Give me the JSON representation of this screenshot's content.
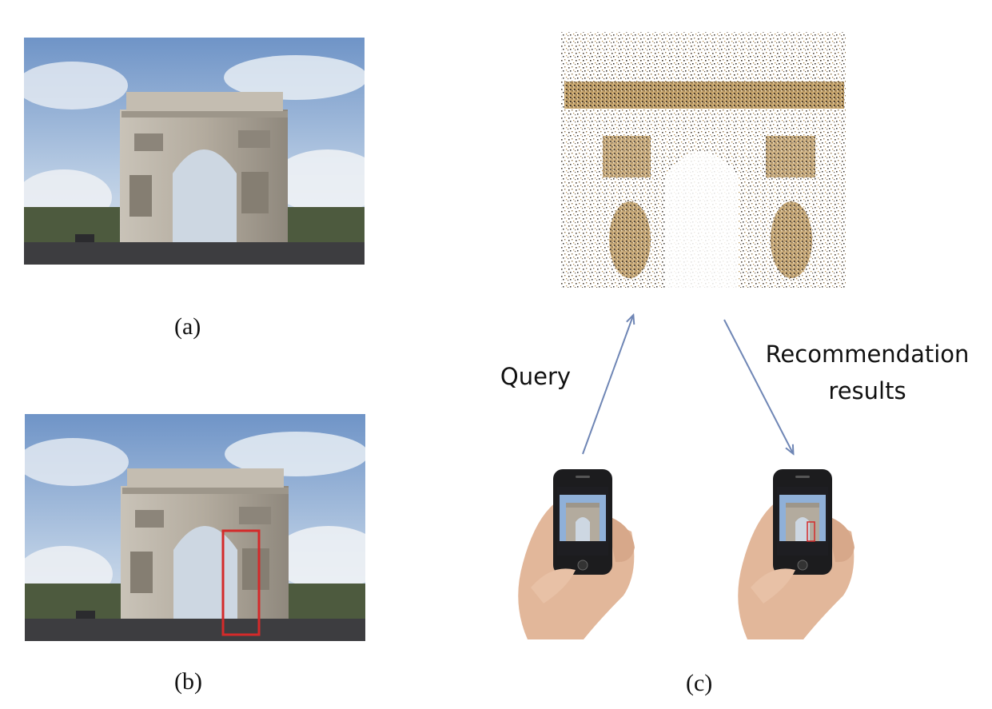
{
  "figure": {
    "panel_a": {
      "caption": "(a)"
    },
    "panel_b": {
      "caption": "(b)"
    },
    "panel_c": {
      "caption": "(c)"
    }
  },
  "arrows": {
    "query_label": "Query",
    "recommendation_label_line1": "Recommendation",
    "recommendation_label_line2": "results"
  },
  "colors": {
    "highlight_box": "#d42a2a",
    "arrow": "#6f86b5",
    "sky": "#8fb0d8",
    "stone": "#b9b2a6"
  }
}
